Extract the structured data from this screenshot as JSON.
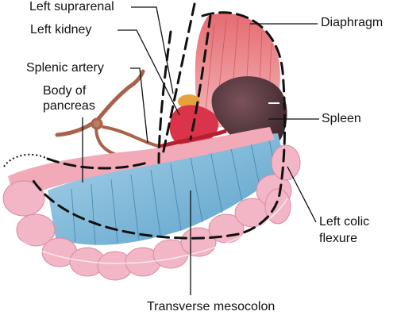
{
  "labels": {
    "left_suprarenal": "Left suprarenal",
    "left_kidney": "Left kidney",
    "splenic_artery": "Splenic artery",
    "body_of_pancreas_line1": "Body of",
    "body_of_pancreas_line2": "pancreas",
    "diaphragm": "Diaphragm",
    "spleen": "Spleen",
    "left_colic_flexure_line1": "Left colic",
    "left_colic_flexure_line2": "flexure",
    "transverse_mesocolon": "Transverse mesocolon"
  },
  "colors": {
    "diaphragm_muscle": "#e0676d",
    "spleen": "#5a3a40",
    "kidney": "#d9344a",
    "suprarenal": "#e8a23c",
    "mesocolon": "#7fb8d8",
    "colon": "#f3b6c6",
    "pancreas": "#f2a9b8",
    "artery": "#a9624a",
    "boundary_line": "#111111"
  }
}
